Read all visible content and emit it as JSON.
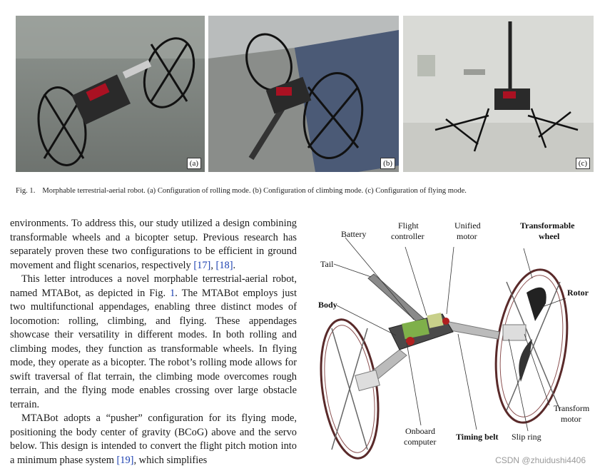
{
  "figure": {
    "panels": [
      {
        "label": "(a)"
      },
      {
        "label": "(b)"
      },
      {
        "label": "(c)"
      }
    ],
    "caption_num": "Fig. 1.",
    "caption_text": "Morphable terrestrial-aerial robot. (a) Configuration of rolling mode. (b) Configuration of climbing mode. (c) Configuration of flying mode."
  },
  "body": {
    "p1_a": "environments. To address this, our study utilized a design combining transformable wheels and a bicopter setup. Previous research has separately proven these two configurations to be efficient in ground movement and flight scenarios, respectively ",
    "p1_cite1": "[17]",
    "p1_sep": ", ",
    "p1_cite2": "[18]",
    "p1_end": ".",
    "p2_a": "This letter introduces a novel morphable terrestrial-aerial robot, named MTABot, as depicted in Fig. ",
    "p2_cite": "1",
    "p2_b": ". The MTABot employs just two multifunctional appendages, enabling three distinct modes of locomotion: rolling, climbing, and flying. These appendages showcase their versatility in different modes. In both rolling and climbing modes, they function as transformable wheels. In flying mode, they operate as a bicopter. The robot’s rolling mode allows for swift traversal of flat terrain, the climbing mode overcomes rough terrain, and the flying mode enables crossing over large obstacle terrain.",
    "p3_a": "MTABot adopts a “pusher” configuration for its flying mode, positioning the body center of gravity (BCoG) above and the servo below. This design is intended to convert the flight pitch motion into a minimum phase system ",
    "p3_cite": "[19]",
    "p3_b": ", which simplifies"
  },
  "diagram": {
    "battery": "Battery",
    "flight_controller_1": "Flight",
    "flight_controller_2": "controller",
    "unified_motor_1": "Unified",
    "unified_motor_2": "motor",
    "transformable_wheel_1": "Transformable",
    "transformable_wheel_2": "wheel",
    "tail": "Tail",
    "rotor": "Rotor",
    "body": "Body",
    "transform_motor_1": "Transform",
    "transform_motor_2": "motor",
    "onboard_computer_1": "Onboard",
    "onboard_computer_2": "computer",
    "timing_belt": "Timing belt",
    "slip_ring": "Slip ring"
  },
  "watermark": "CSDN @zhuidushi4406"
}
